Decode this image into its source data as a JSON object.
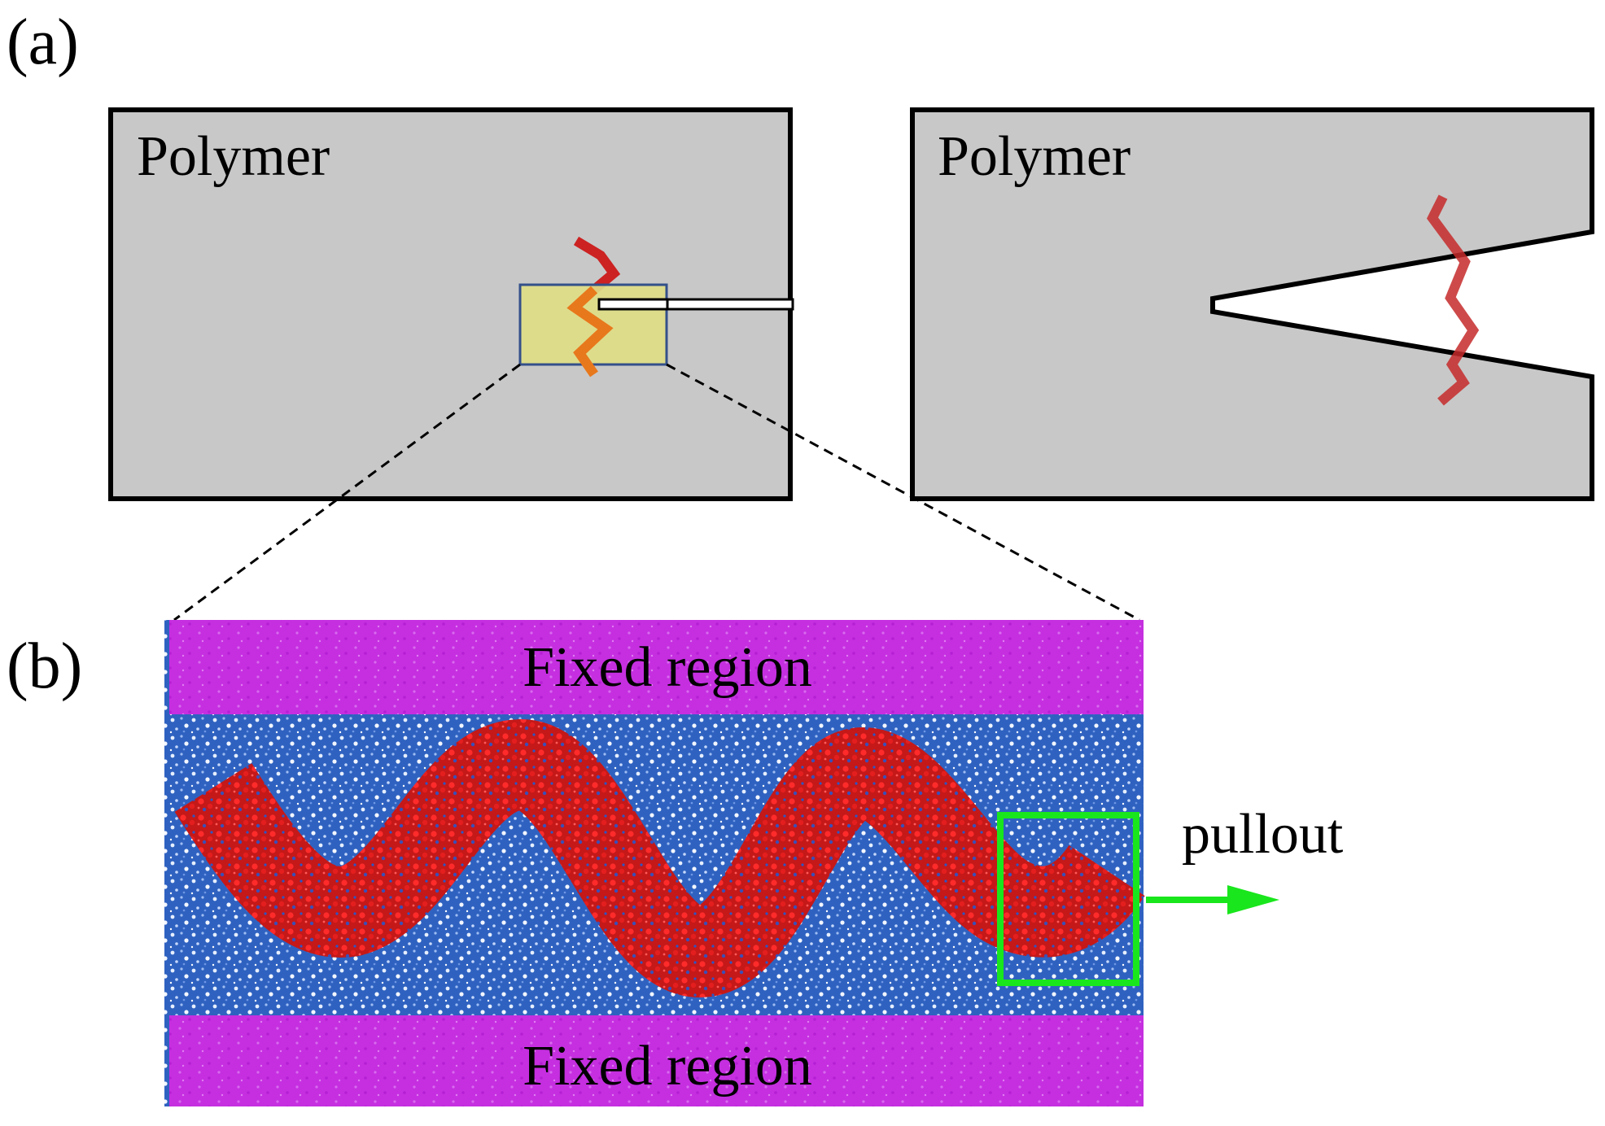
{
  "panel_a": {
    "label": "(a)",
    "left_box_label": "Polymer",
    "right_box_label": "Polymer"
  },
  "panel_b": {
    "label": "(b)",
    "top_region_label": "Fixed region",
    "bottom_region_label": "Fixed region",
    "pullout_label": "pullout"
  },
  "colors": {
    "polymer_fill": "#c8c8c8",
    "highlight_fill": "#dedd85",
    "highlight_stroke": "#34508a",
    "fiber_red": "#d42020",
    "fiber_orange": "#e8781c",
    "matrix_blue": "#2f62c0",
    "fixed_region": "#c52fe0",
    "pull_box_green": "#19e61c"
  }
}
